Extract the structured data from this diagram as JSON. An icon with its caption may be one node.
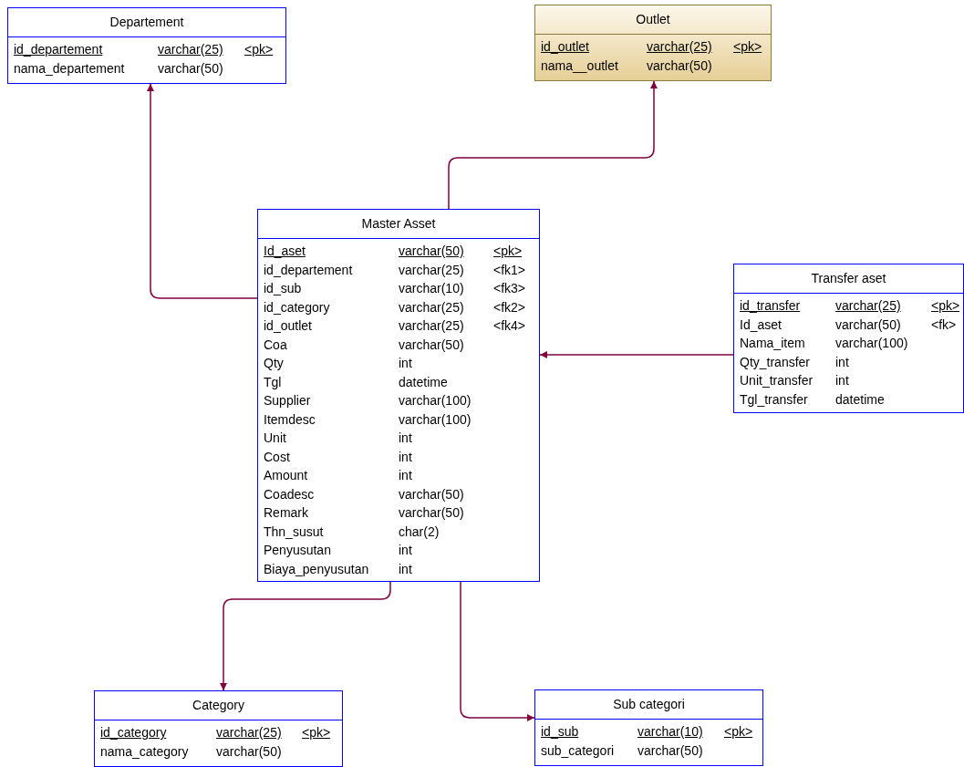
{
  "diagram": {
    "nodes": [
      {
        "text": [
          "Departement",
          "id_departement",
          "varchar(25)",
          "<pk>",
          "nama_departement",
          "varchar(50)"
        ]
      },
      {
        "text": [
          "Outlet",
          "id_outlet",
          "varchar(25)",
          "<pk>",
          "nama__outlet",
          "varchar(50)"
        ]
      },
      {
        "text": [
          "Master Asset",
          "Id_aset",
          "varchar(50)",
          "<pk>",
          "id_departement",
          "varchar(25)",
          "<fk1>",
          "id_sub",
          "varchar(10)",
          "<fk3>",
          "id_category",
          "varchar(25)",
          "<fk2>",
          "id_outlet",
          "varchar(25)",
          "<fk4>",
          "Coa",
          "varchar(50)",
          "Qty",
          "int",
          "Tgl",
          "datetime",
          "Supplier",
          "varchar(100)",
          "Itemdesc",
          "varchar(100)",
          "Unit",
          "int",
          "Cost",
          "int",
          "Amount",
          "int",
          "Coadesc",
          "varchar(50)",
          "Remark",
          "varchar(50)",
          "Thn_susut",
          "char(2)",
          "Penyusutan",
          "int",
          "Biaya_penyusutan",
          "int"
        ]
      },
      {
        "text": [
          "Transfer aset",
          "id_transfer",
          "varchar(25)",
          "<pk>",
          "Id_aset",
          "varchar(50)",
          "<fk>",
          "Nama_item",
          "varchar(100)",
          "Qty_transfer",
          "int",
          "Unit_transfer",
          "int",
          "Tgl_transfer",
          "datetime"
        ]
      },
      {
        "text": [
          "Category",
          "id_category",
          "varchar(25)",
          "<pk>",
          "nama_category",
          "varchar(50)"
        ]
      },
      {
        "text": [
          "Sub categori",
          "id_sub",
          "varchar(10)",
          "<pk>",
          "sub_categori",
          "varchar(50)"
        ]
      }
    ],
    "edges": [
      {
        "from": 2,
        "to": 0,
        "arrow": "to"
      },
      {
        "from": 2,
        "to": 1,
        "arrow": "to"
      },
      {
        "from": 3,
        "to": 2,
        "arrow": "to"
      },
      {
        "from": 2,
        "to": 4,
        "arrow": "to"
      },
      {
        "from": 2,
        "to": 5,
        "arrow": "to"
      }
    ]
  }
}
